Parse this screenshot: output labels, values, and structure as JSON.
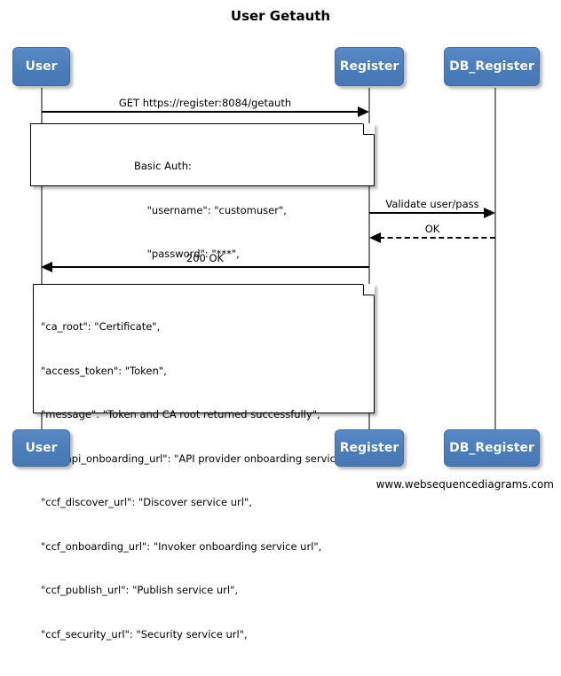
{
  "diagram": {
    "title": "User Getauth",
    "footer": "www.websequencediagrams.com",
    "accent_color": "#4a7ebb",
    "line_color": "#000000",
    "lifeline_color": "#808080"
  },
  "participants": [
    {
      "id": "user",
      "label": "User"
    },
    {
      "id": "register",
      "label": "Register"
    },
    {
      "id": "db_register",
      "label": "DB_Register"
    }
  ],
  "participants_bottom": [
    {
      "id": "user",
      "label": "User"
    },
    {
      "id": "register",
      "label": "Register"
    },
    {
      "id": "db_register",
      "label": "DB_Register"
    }
  ],
  "messages": [
    {
      "id": "m1",
      "label": "GET https://register:8084/getauth",
      "from": "user",
      "to": "register",
      "direction": "right",
      "style": "solid"
    },
    {
      "id": "m2",
      "label": "Validate user/pass",
      "from": "register",
      "to": "db_register",
      "direction": "right",
      "style": "solid"
    },
    {
      "id": "m3",
      "label": "OK",
      "from": "db_register",
      "to": "register",
      "direction": "left",
      "style": "dashed"
    },
    {
      "id": "m4",
      "label": "200 OK",
      "from": "register",
      "to": "user",
      "direction": "left",
      "style": "solid"
    }
  ],
  "notes": [
    {
      "id": "note-basic-auth",
      "align": "centered",
      "lines": [
        "Basic Auth:",
        "    \"username\": \"customuser\",",
        "    \"password\": \"***\","
      ]
    },
    {
      "id": "note-token-response",
      "align": "left",
      "lines": [
        "\"ca_root\": \"Certificate\",",
        "\"access_token\": \"Token\",",
        "\"message\": \"Token and CA root returned successfully\",",
        "\"ccf_api_onboarding_url\": \"API provider onboarding service url\",",
        "\"ccf_discover_url\": \"Discover service url\",",
        "\"ccf_onboarding_url\": \"Invoker onboarding service url\",",
        "\"ccf_publish_url\": \"Publish service url\",",
        "\"ccf_security_url\": \"Security service url\","
      ]
    }
  ]
}
